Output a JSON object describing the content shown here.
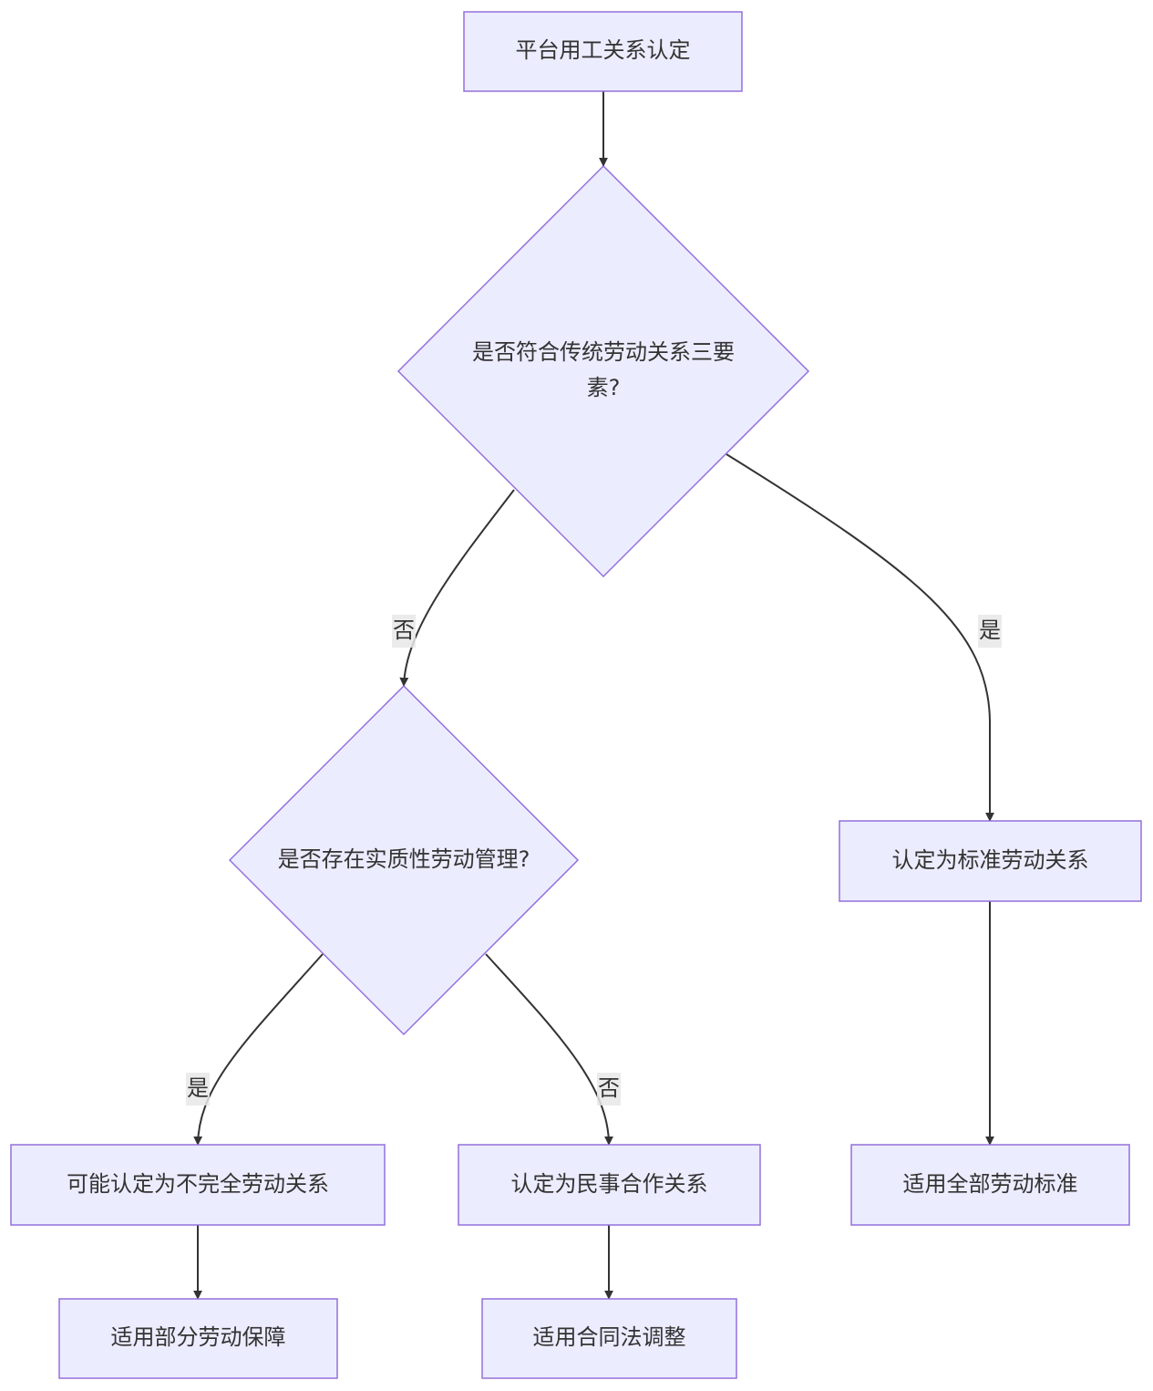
{
  "nodes": {
    "start": {
      "label": "平台用工关系认定"
    },
    "decision1": {
      "label_line1": "是否符合传统劳动关系三要",
      "label_line2": "素?"
    },
    "decision2": {
      "label": "是否存在实质性劳动管理?"
    },
    "standard": {
      "label": "认定为标准劳动关系"
    },
    "incomplete": {
      "label": "可能认定为不完全劳动关系"
    },
    "civil": {
      "label": "认定为民事合作关系"
    },
    "all_standards": {
      "label": "适用全部劳动标准"
    },
    "partial": {
      "label": "适用部分劳动保障"
    },
    "contract_law": {
      "label": "适用合同法调整"
    }
  },
  "edges": {
    "d1_no": {
      "label": "否"
    },
    "d1_yes": {
      "label": "是"
    },
    "d2_yes": {
      "label": "是"
    },
    "d2_no": {
      "label": "否"
    }
  },
  "colors": {
    "node_fill": "#ECECFF",
    "node_stroke": "#9370DB",
    "edge": "#333333",
    "edge_label_bg": "#E8E8E8",
    "text": "#333333"
  }
}
